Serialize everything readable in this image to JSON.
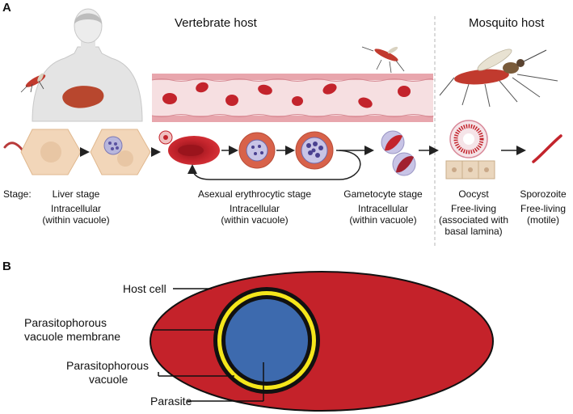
{
  "panel_a": {
    "letter": "A",
    "section_headers": {
      "vertebrate": "Vertebrate host",
      "mosquito": "Mosquito host"
    },
    "stage_prefix": "Stage:",
    "stages": [
      {
        "name": "Liver stage",
        "lines": [
          "Intracellular",
          "(within vacuole)"
        ]
      },
      {
        "name": "Asexual erythrocytic stage",
        "lines": [
          "Intracellular",
          "(within vacuole)"
        ]
      },
      {
        "name": "Gametocyte stage",
        "lines": [
          "Intracellular",
          "(within vacuole)"
        ]
      },
      {
        "name": "Oocyst",
        "lines": [
          "Free-living",
          "(associated with",
          "basal lamina)"
        ]
      },
      {
        "name": "Sporozoite",
        "lines": [
          "Free-living",
          "(motile)"
        ]
      }
    ]
  },
  "panel_b": {
    "letter": "B",
    "labels": {
      "host_cell": "Host cell",
      "membrane_line1": "Parasitophorous",
      "membrane_line2": "vacuole membrane",
      "vacuole_line1": "Parasitophorous",
      "vacuole_line2": "vacuole",
      "parasite": "Parasite"
    },
    "colors": {
      "host_cell": "#c4222a",
      "membrane": "#f5e61b",
      "vacuole_border": "#111111",
      "parasite": "#3d6aae"
    }
  }
}
